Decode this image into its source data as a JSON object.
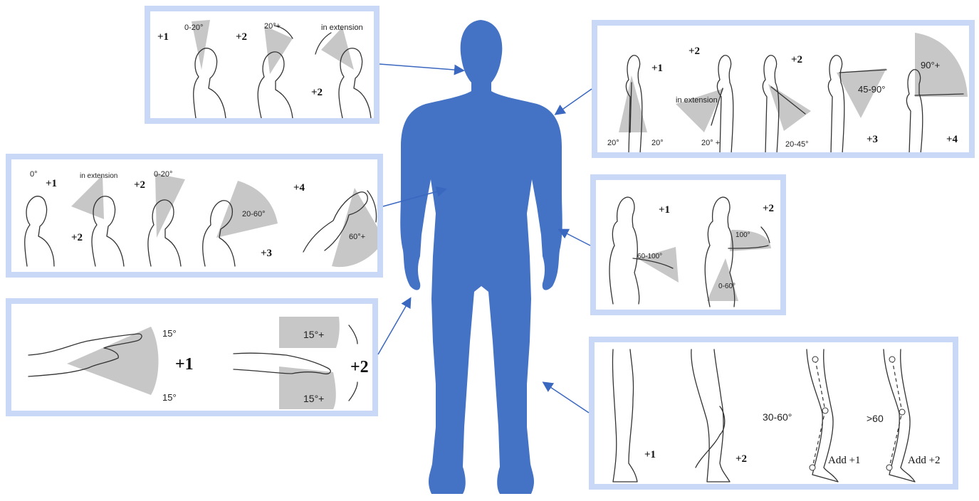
{
  "colors": {
    "silhouette": "#4472c4",
    "panel_border": "#cad8f7",
    "arrow": "#3a67c0",
    "sector": "#bdbdbd"
  },
  "neck": {
    "score_flex_small": "+1",
    "range_small": "0-20°",
    "score_flex_large": "+2",
    "range_large": "20°+",
    "extension_label": "in extension",
    "score_extension": "+2"
  },
  "upper_arm": {
    "range_left": "20°",
    "range_right": "20°",
    "score_neutral": "+1",
    "score_extension": "+2",
    "extension_label": "in extension",
    "range_extension": "20° +",
    "score_flex": "+2",
    "range_flex": "20-45°",
    "range_mid": "45-90°",
    "score_mid": "+3",
    "range_high": "90°+",
    "score_high": "+4"
  },
  "trunk": {
    "range_upright": "0°",
    "score_upright": "+1",
    "extension_label": "in extension",
    "score_extension": "+2",
    "score_flex_small": "+2",
    "range_flex_small": "0-20°",
    "range_mid": "20-60°",
    "score_mid": "+3",
    "score_high": "+4",
    "range_high": "60°+"
  },
  "lower_arm": {
    "score_mid": "+1",
    "range_mid": "60-100°",
    "score_out": "+2",
    "range_high": "100°",
    "range_low": "0-60°"
  },
  "wrist": {
    "range_up": "15°",
    "range_down": "15°",
    "score_neutral": "+1",
    "range_up_plus": "15°+",
    "range_down_plus": "15°+",
    "score_bent": "+2"
  },
  "legs": {
    "score_both": "+1",
    "score_one": "+2",
    "range_mid": "30-60°",
    "add_mid": "Add +1",
    "range_high": ">60",
    "add_high": "Add +2"
  }
}
